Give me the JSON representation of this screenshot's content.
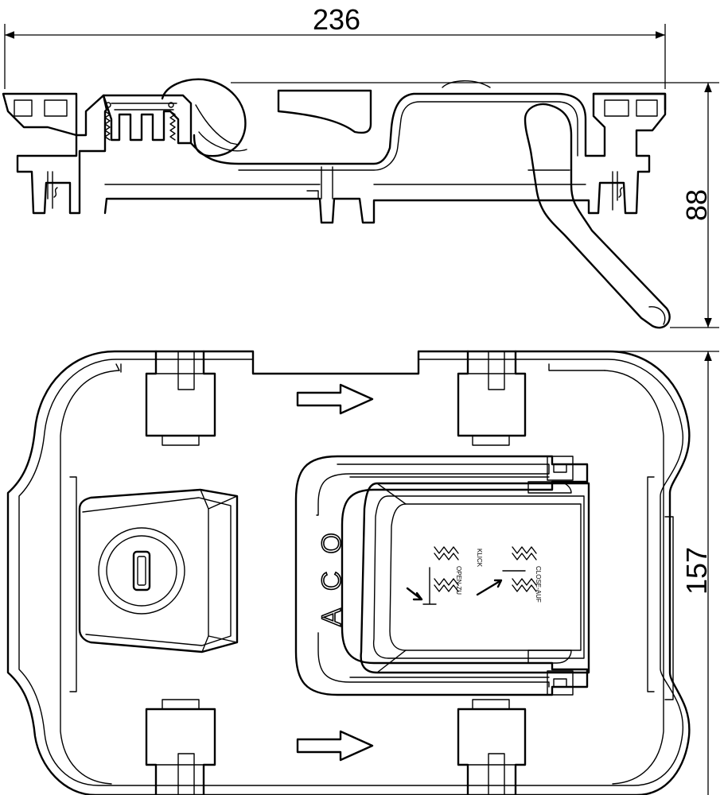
{
  "dimensions": {
    "width": "236",
    "height": "88",
    "depth": "157"
  },
  "brand": {
    "logo_text": "ACO"
  },
  "lid_markings": {
    "label_left": "OPEN-ZU",
    "label_center": "KLICK",
    "label_right": "CLOSE-AUF"
  },
  "colors": {
    "line": "#000000",
    "background": "#ffffff"
  }
}
